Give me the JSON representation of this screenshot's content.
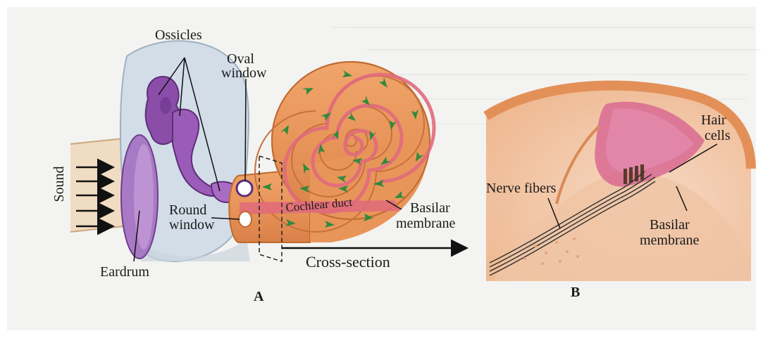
{
  "labels": {
    "ossicles": "Ossicles",
    "oval_window_1": "Oval",
    "oval_window_2": "window",
    "sound": "Sound",
    "round_window_1": "Round",
    "round_window_2": "window",
    "eardrum": "Eardrum",
    "cochlear_duct": "Cochlear duct",
    "basilar_membrane_a_1": "Basilar",
    "basilar_membrane_a_2": "membrane",
    "cross_section": "Cross-section",
    "panel_a": "A",
    "panel_b": "B",
    "nerve_fibers": "Nerve fibers",
    "hair_cells_1": "Hair",
    "hair_cells_2": "cells",
    "basilar_membrane_b_1": "Basilar",
    "basilar_membrane_b_2": "membrane"
  },
  "colors": {
    "page": "#f3f3f1",
    "cochlea_orange": "#e8955a",
    "duct_pink": "#e06a7c",
    "arrow_green": "#2f8a3c",
    "ossicle_purple": "#8b4ea8",
    "ear_blue": "#cdd9e4"
  }
}
